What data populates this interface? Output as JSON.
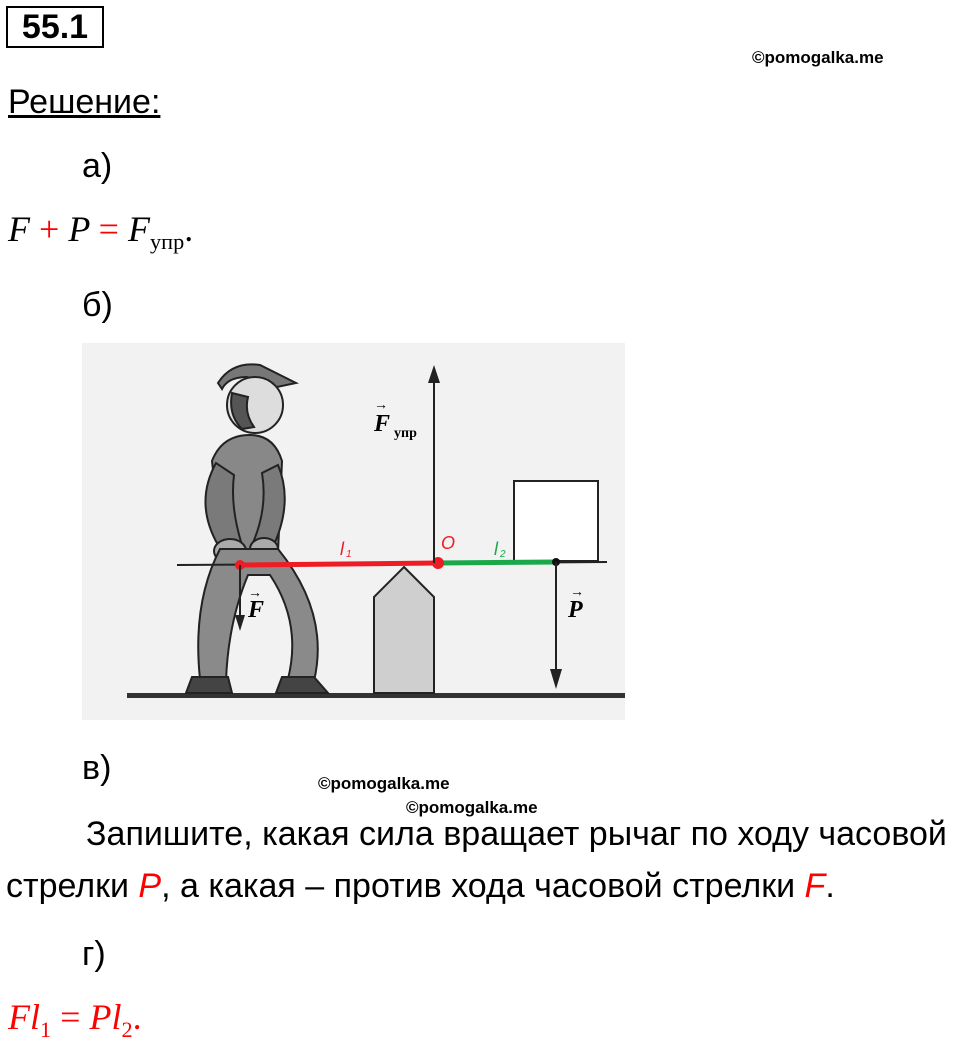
{
  "task_number": "55.1",
  "watermark": "©pomogalka.me",
  "solution_label": "Решение:",
  "parts": {
    "a": {
      "label": "а)",
      "equation": {
        "F": "F",
        "plus": "+",
        "P": "P",
        "eq": "=",
        "Fupr": "F",
        "upr_sub": "упр",
        "dot": "."
      }
    },
    "b": {
      "label": "б)"
    },
    "v": {
      "label": "в)",
      "text_1": "Запишите, какая сила вращает рычаг по ходу часовой",
      "text_2": "стрелки ",
      "force_cw": "P",
      "text_3": ", а какая – против хода часовой стрелки ",
      "force_ccw": "F",
      "text_4": "."
    },
    "g": {
      "label": "г)",
      "equation": {
        "F": "F",
        "l1": "l",
        "sub1": "1",
        "eq": "=",
        "P": "P",
        "l2": "l",
        "sub2": "2",
        "dot": "."
      }
    }
  },
  "figure": {
    "label_Fupr": "F",
    "label_Fupr_sub": "упр",
    "label_O": "O",
    "label_l1": "l",
    "label_l1_sub": "1",
    "label_l2": "l",
    "label_l2_sub": "2",
    "label_F": "F",
    "label_P": "P",
    "colors": {
      "arm_l1": "#ee1c24",
      "arm_l2": "#1aa84a",
      "pivot": "#ee1c24",
      "background": "#f2f2f2"
    }
  }
}
